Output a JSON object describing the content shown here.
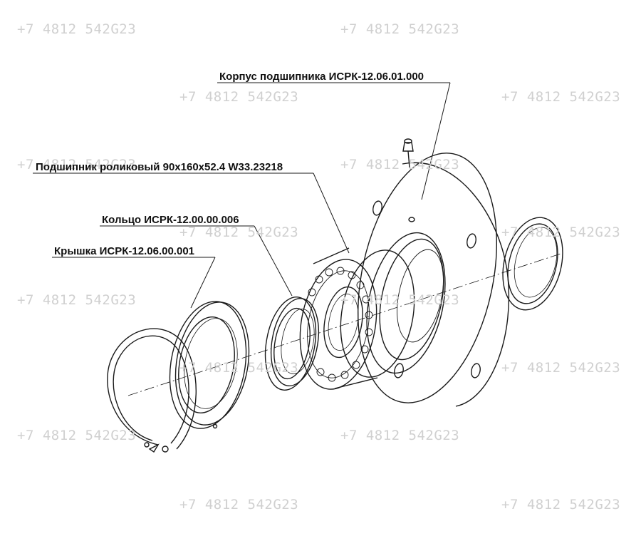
{
  "watermark": "+7 4812 542G23",
  "labels": {
    "housing": "Корпус подшипника ИСРК-12.06.01.000",
    "bearing": "Подшипник роликовый 90x160x52.4 W33.23218",
    "ring": "Кольцо ИСРК-12.00.00.006",
    "cover": "Крышка ИСРК-12.06.00.001"
  },
  "colors": {
    "line": "#1a1a1a",
    "watermark": "#d0d0d0"
  }
}
